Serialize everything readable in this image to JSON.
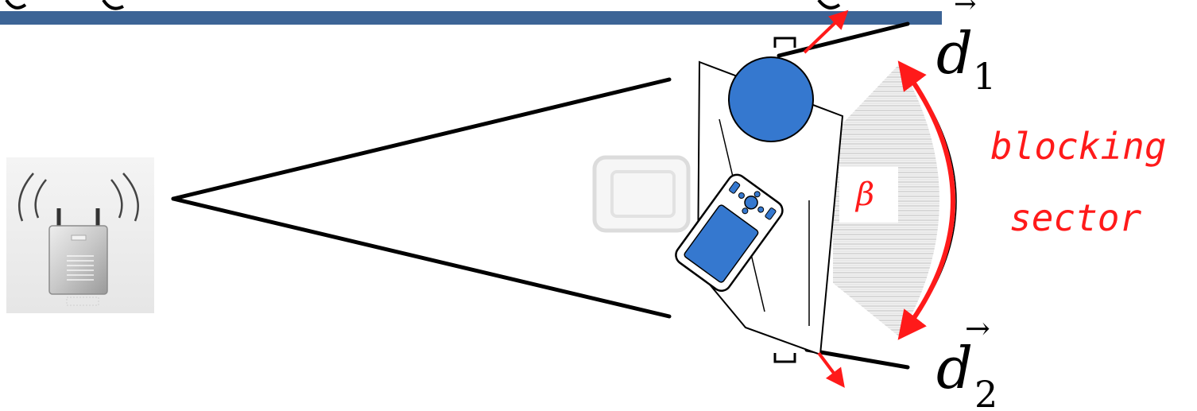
{
  "header": {
    "bar_color": "#3c6496",
    "clipped_title_text": ""
  },
  "labels": {
    "d1_symbol": "d",
    "d1_subscript": "1",
    "d2_symbol": "d",
    "d2_subscript": "2",
    "arrow_symbol": "→",
    "beta": "β",
    "blocking_line1": "blocking",
    "blocking_line2": "sector"
  },
  "colors": {
    "accent": "#ff1a1a",
    "person_fill": "#3578cf",
    "beam": "#000000",
    "shade": "#d9d9d9"
  },
  "icons": {
    "access_point": "wifi-access-point-icon",
    "person": "person-top-view-icon",
    "device": "handheld-device-icon"
  }
}
